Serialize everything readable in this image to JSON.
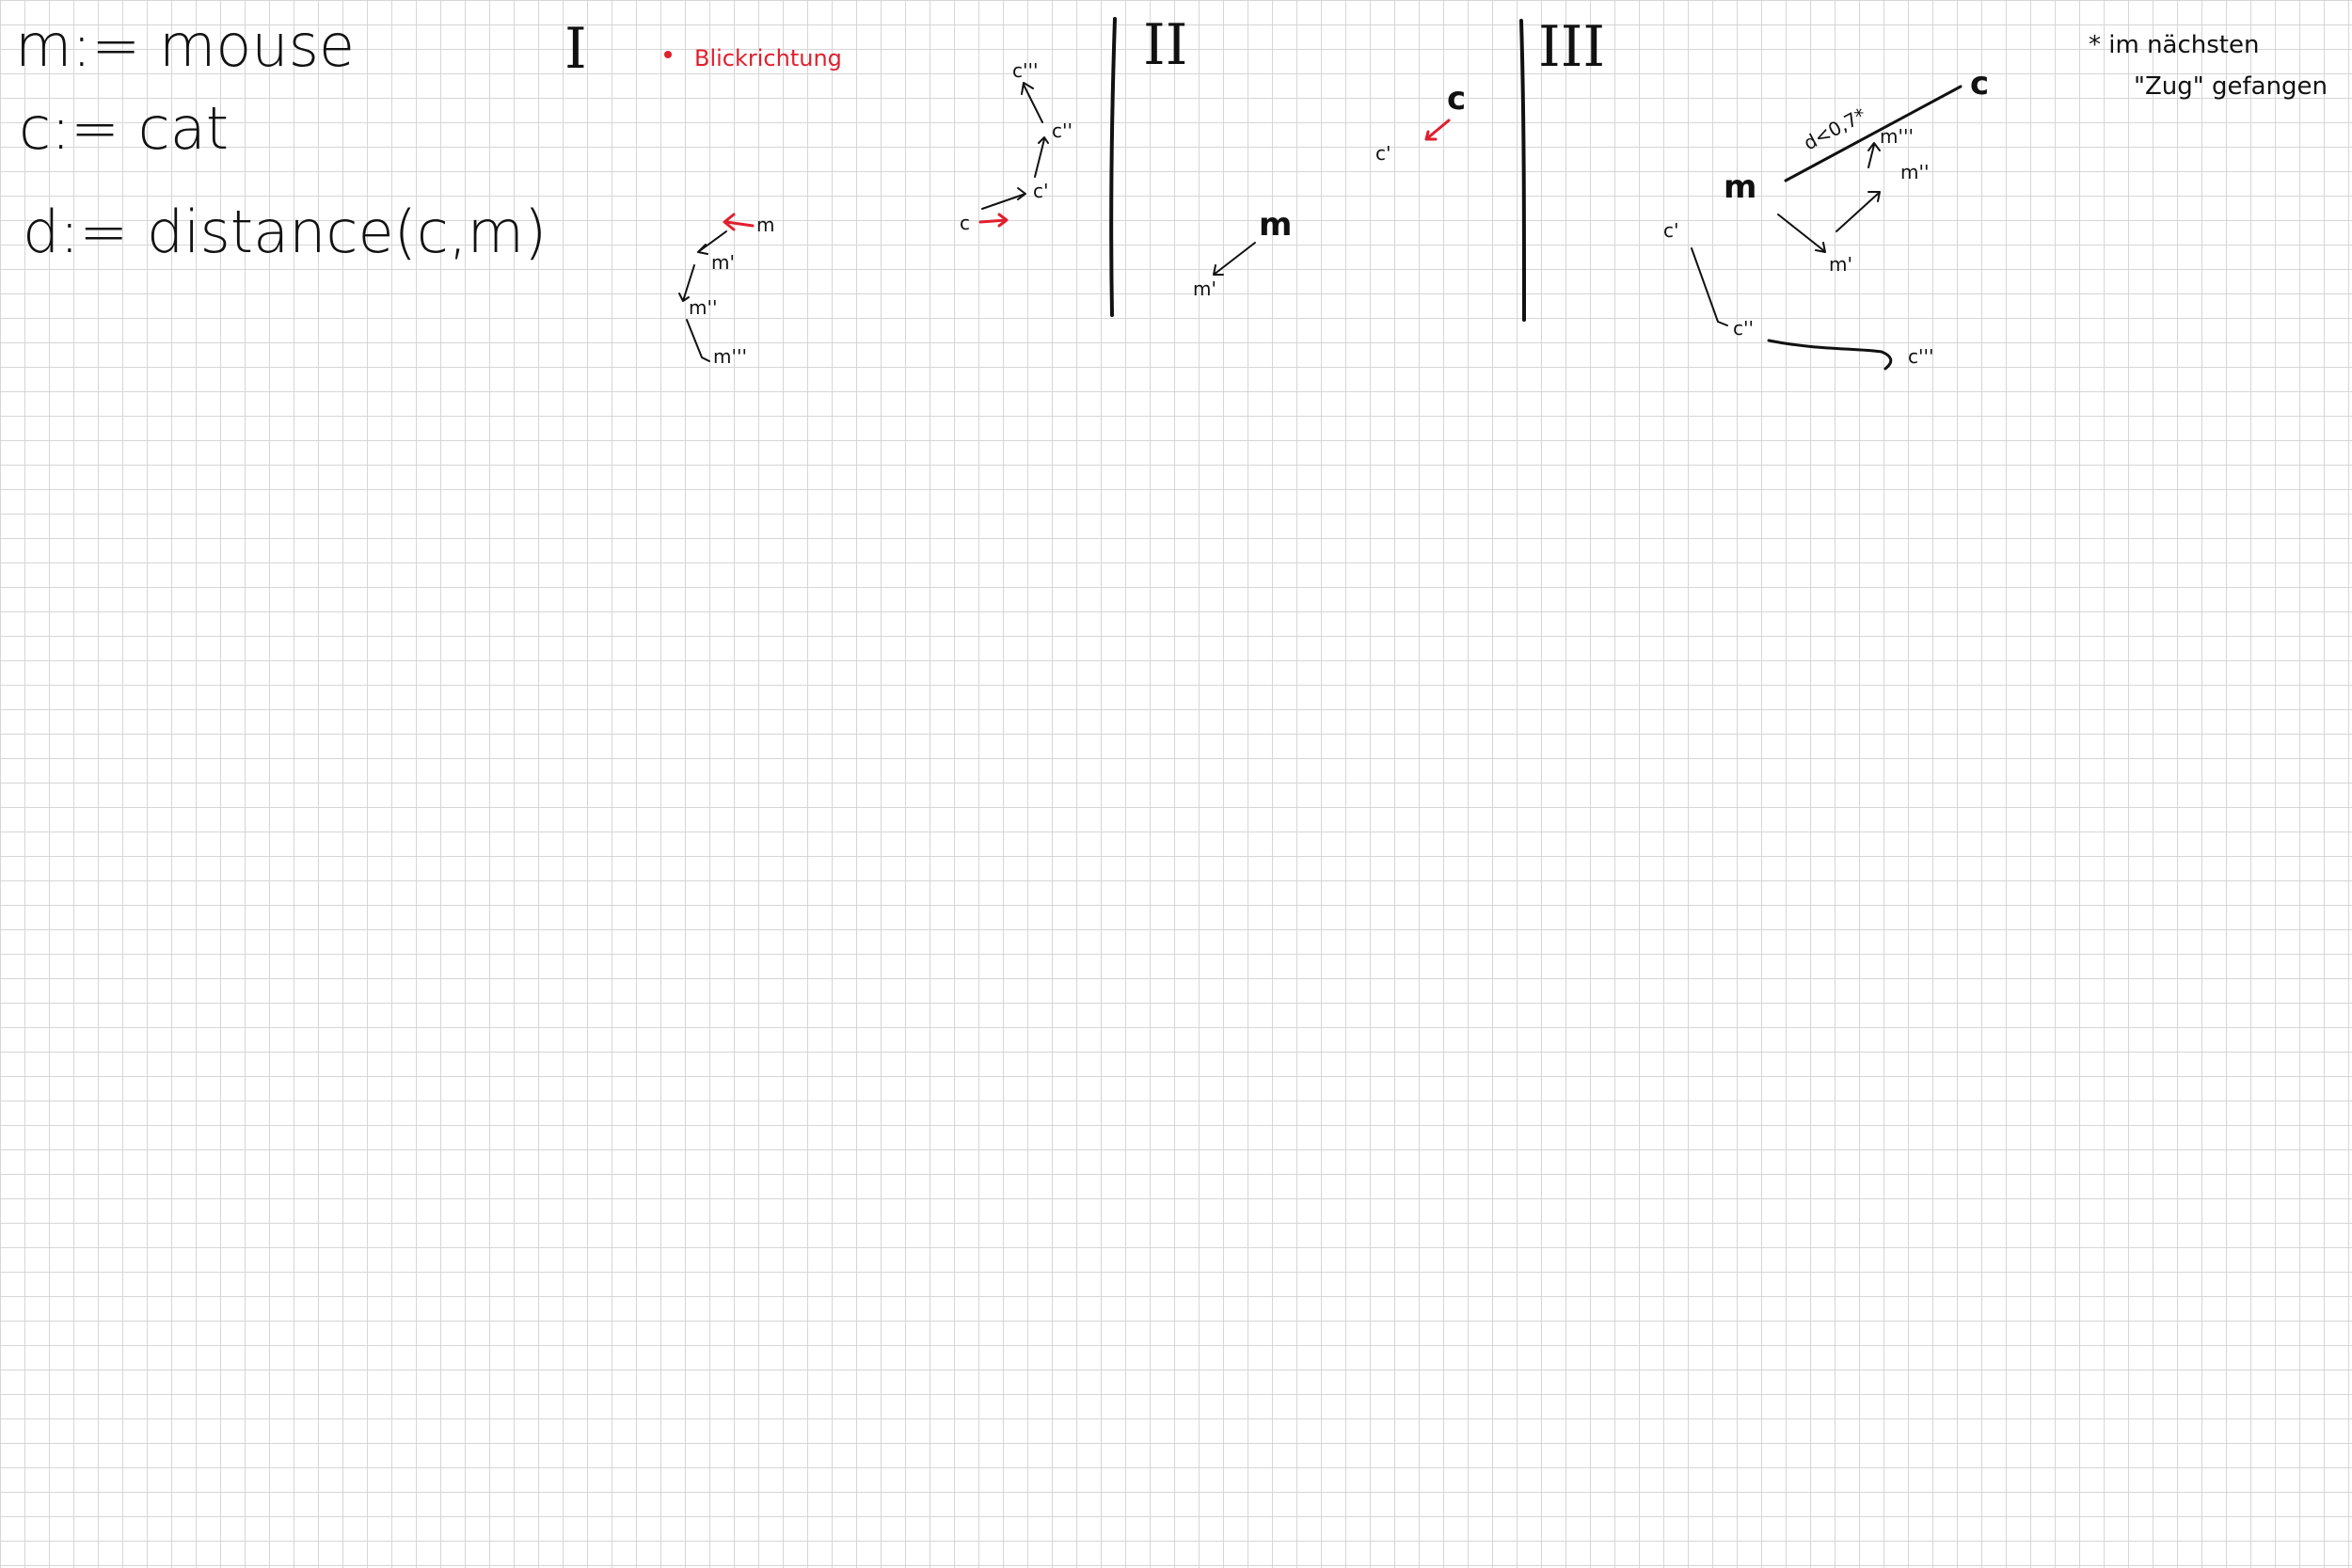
{
  "definitions": {
    "mouse": "m:= mouse",
    "cat": "c:= cat",
    "distance": "d:= distance(c,m)"
  },
  "sections": {
    "s1": "I",
    "s2": "II",
    "s3": "III"
  },
  "section1": {
    "bullet": "Blickrichtung",
    "mouse_path": [
      "m",
      "m'",
      "m''",
      "m'''"
    ],
    "cat_path": [
      "c",
      "c'",
      "c''",
      "c'''"
    ]
  },
  "section2": {
    "cat": "c",
    "cat_next": "c'",
    "mouse": "m",
    "mouse_next": "m'"
  },
  "section3": {
    "mouse": "m",
    "mouse_1": "m'",
    "mouse_2": "m''",
    "mouse_3": "m'''",
    "cat": "c",
    "cat_1": "c'",
    "cat_2": "c''",
    "cat_3": "c'''",
    "distance_label": "d<0,7*"
  },
  "footnote": {
    "line1": "* im nächsten",
    "line2": "\"Zug\" gefangen"
  }
}
